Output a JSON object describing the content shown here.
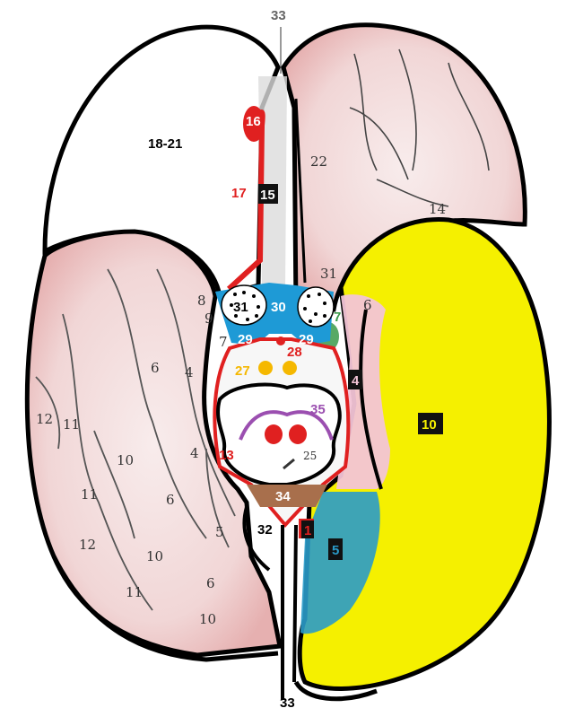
{
  "labels": {
    "l33_top": "33",
    "l33_bottom": "33",
    "l18_21": "18-21",
    "l16": "16",
    "l17": "17",
    "l15": "15",
    "l22": "22",
    "l14": "14",
    "l31_left": "31",
    "l30": "30",
    "l31_right": "31",
    "l8": "8",
    "l9": "9",
    "l7_left": "7",
    "l7_right": "7",
    "l29_left": "29",
    "l29_right": "29",
    "l6_top": "6",
    "l28": "28",
    "l27": "27",
    "l4_badge": "4",
    "l35": "35",
    "l10_yellow": "10",
    "l13": "13",
    "l25": "25",
    "l34": "34",
    "l32": "32",
    "l1": "1",
    "l5_badge": "5",
    "h12a": "12",
    "h11a": "11",
    "h6a": "6",
    "h4a": "4",
    "h10a": "10",
    "h4b": "4",
    "h6b": "6",
    "h11b": "11",
    "h12b": "12",
    "h10b": "10",
    "h5": "5",
    "h6c": "6",
    "h11c": "11",
    "h10c": "10"
  },
  "colors": {
    "outline": "#000000",
    "red": "#e02020",
    "blue": "#1e9ad6",
    "yellow": "#f5f000",
    "pink": "#f2c4d6",
    "green": "#3a9a4a",
    "orange": "#f5b800",
    "purple": "#9b4fb0",
    "brown": "#a86f4c",
    "tissue": "#f4dede",
    "teal": "#2a9bc9"
  }
}
